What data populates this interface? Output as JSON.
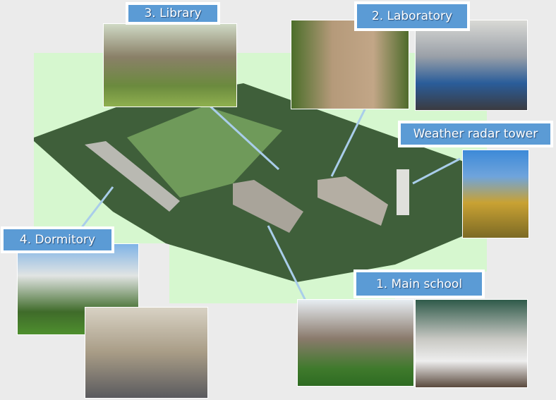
{
  "labels": {
    "library": "3. Library",
    "laboratory": "2. Laboratory",
    "radar": "Weather radar tower",
    "dormitory": "4. Dormitory",
    "main_school": "1. Main school"
  },
  "colors": {
    "label_bg": "#5b9bd5",
    "background": "#ebebeb",
    "highlight_area": "#d6f7cf",
    "connector": "#a9cdea"
  }
}
